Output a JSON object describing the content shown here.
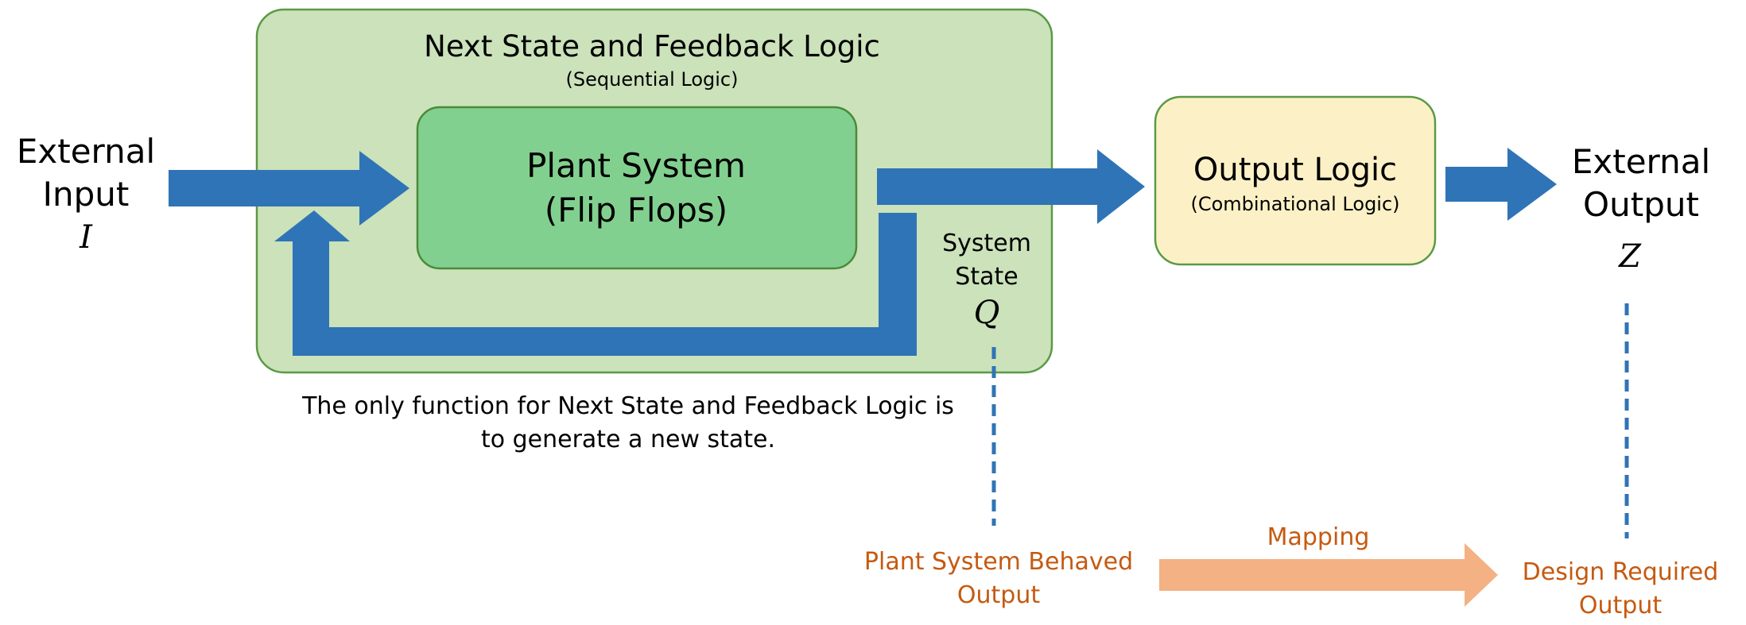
{
  "colors": {
    "outer_box_fill": "#cbe2ba",
    "outer_box_stroke": "#5a9a46",
    "plant_fill": "#82d08f",
    "plant_stroke": "#4a8a3a",
    "output_logic_fill": "#fcf1c6",
    "output_logic_stroke": "#5a9a46",
    "arrow_blue": "#2f74b6",
    "dashed_blue": "#2f74b6",
    "orange_text": "#c55a11",
    "orange_arrow": "#f4b183",
    "text": "#000000"
  },
  "external_input": {
    "line1": "External",
    "line2": "Input",
    "symbol": "I"
  },
  "feedback_box": {
    "title": "Next State and Feedback Logic",
    "subtitle": "(Sequential Logic)"
  },
  "plant_system": {
    "line1": "Plant System",
    "line2": "(Flip Flops)"
  },
  "system_state": {
    "line1": "System",
    "line2": "State",
    "symbol": "Q"
  },
  "output_logic": {
    "title": "Output Logic",
    "subtitle": "(Combinational Logic)"
  },
  "external_output": {
    "line1": "External",
    "line2": "Output",
    "symbol": "Z"
  },
  "note": {
    "line1": "The only function for Next State and Feedback Logic is",
    "line2": "to generate a new state."
  },
  "behaved_output": {
    "line1": "Plant System Behaved",
    "line2": "Output"
  },
  "mapping": {
    "label": "Mapping"
  },
  "design_output": {
    "line1": "Design Required",
    "line2": "Output"
  }
}
